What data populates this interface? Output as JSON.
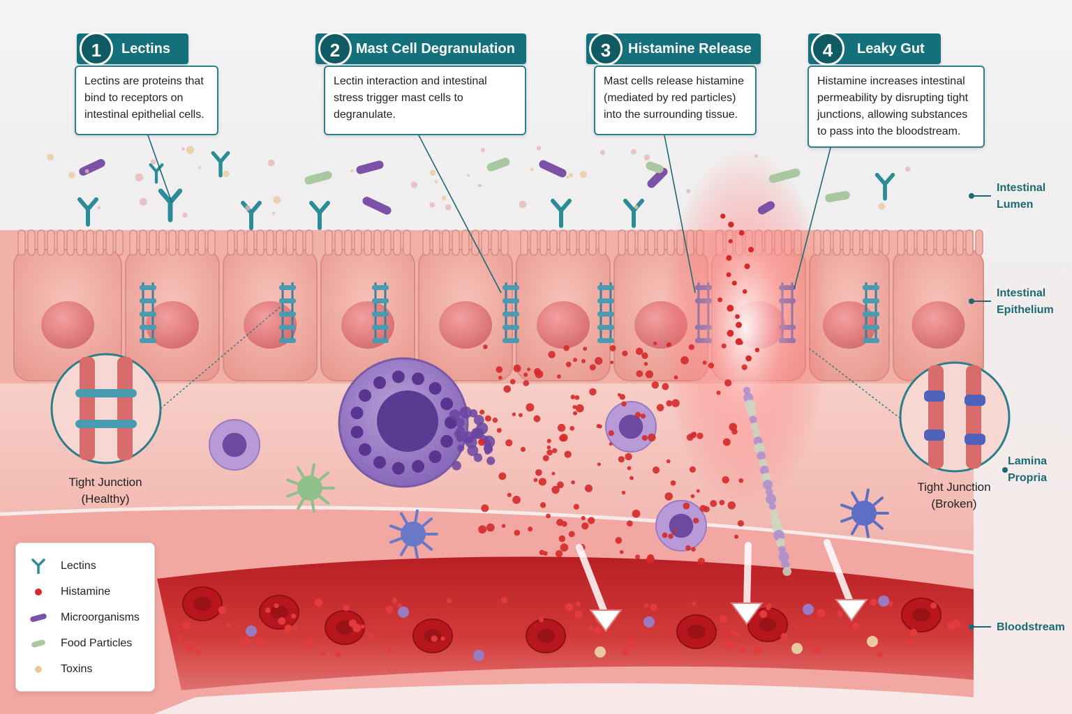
{
  "steps": [
    {
      "number": "1",
      "title": "Lectins",
      "description": "Lectins are proteins that bind to receptors on intestinal epithelial cells."
    },
    {
      "number": "2",
      "title": "Mast Cell Degranulation",
      "description": "Lectin interaction and intestinal stress trigger mast cells to degranulate."
    },
    {
      "number": "3",
      "title": "Histamine Release",
      "description": "Mast cells release histamine (mediated by red particles) into the surrounding tissue."
    },
    {
      "number": "4",
      "title": "Leaky Gut",
      "description": "Histamine increases intestinal permeability by disrupting tight junctions, allowing substances to pass into the bloodstream."
    }
  ],
  "layers": {
    "lumen": "Intestinal Lumen",
    "epithelium": "Intestinal Epithelium",
    "lamina_propria": "Lamina Propria",
    "bloodstream": "Bloodstream"
  },
  "tight_junction_healthy": "Tight Junction (Healthy)",
  "tight_junction_broken": "Tight Junction (Broken)",
  "legend": [
    {
      "label": "Lectins",
      "icon": "lectin-icon"
    },
    {
      "label": "Histamine",
      "icon": "histamine-icon"
    },
    {
      "label": "Microorganisms",
      "icon": "microorganism-icon"
    },
    {
      "label": "Food Particles",
      "icon": "food-particle-icon"
    },
    {
      "label": "Toxins",
      "icon": "toxin-icon"
    }
  ],
  "colors": {
    "accent": "#14707a",
    "histamine": "#d42a2a",
    "microorganism": "#7a52a8",
    "food_particle": "#a9c7a0",
    "toxin": "#e9c9a0",
    "lectin": "#2a8c96",
    "epithelium": "#f0a9a0",
    "blood": "#c8262a"
  }
}
